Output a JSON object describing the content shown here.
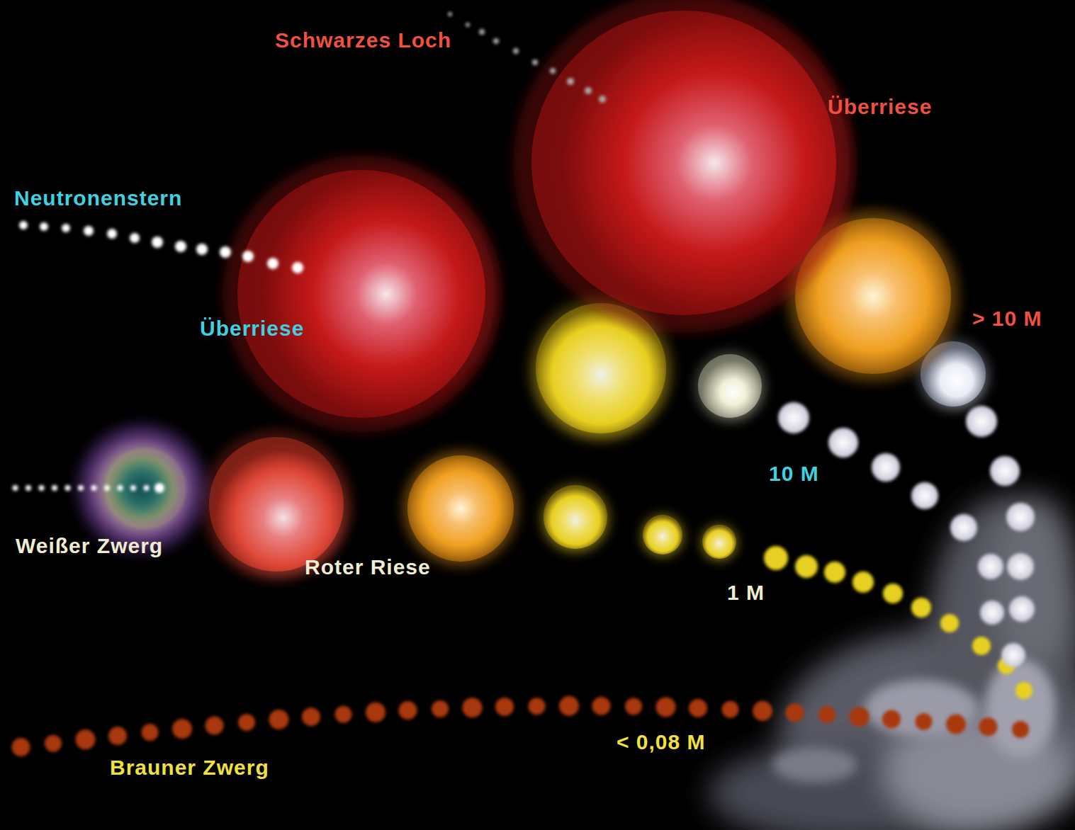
{
  "diagram": {
    "labels": [
      "Schwarzes Loch",
      "Überriese",
      "Neutronenstern",
      "> 10 M",
      "Überriese",
      "10 M",
      "Weißer Zwerg",
      "Roter Riese",
      "1 M",
      "< 0,08 M",
      "Brauner Zwerg"
    ]
  }
}
